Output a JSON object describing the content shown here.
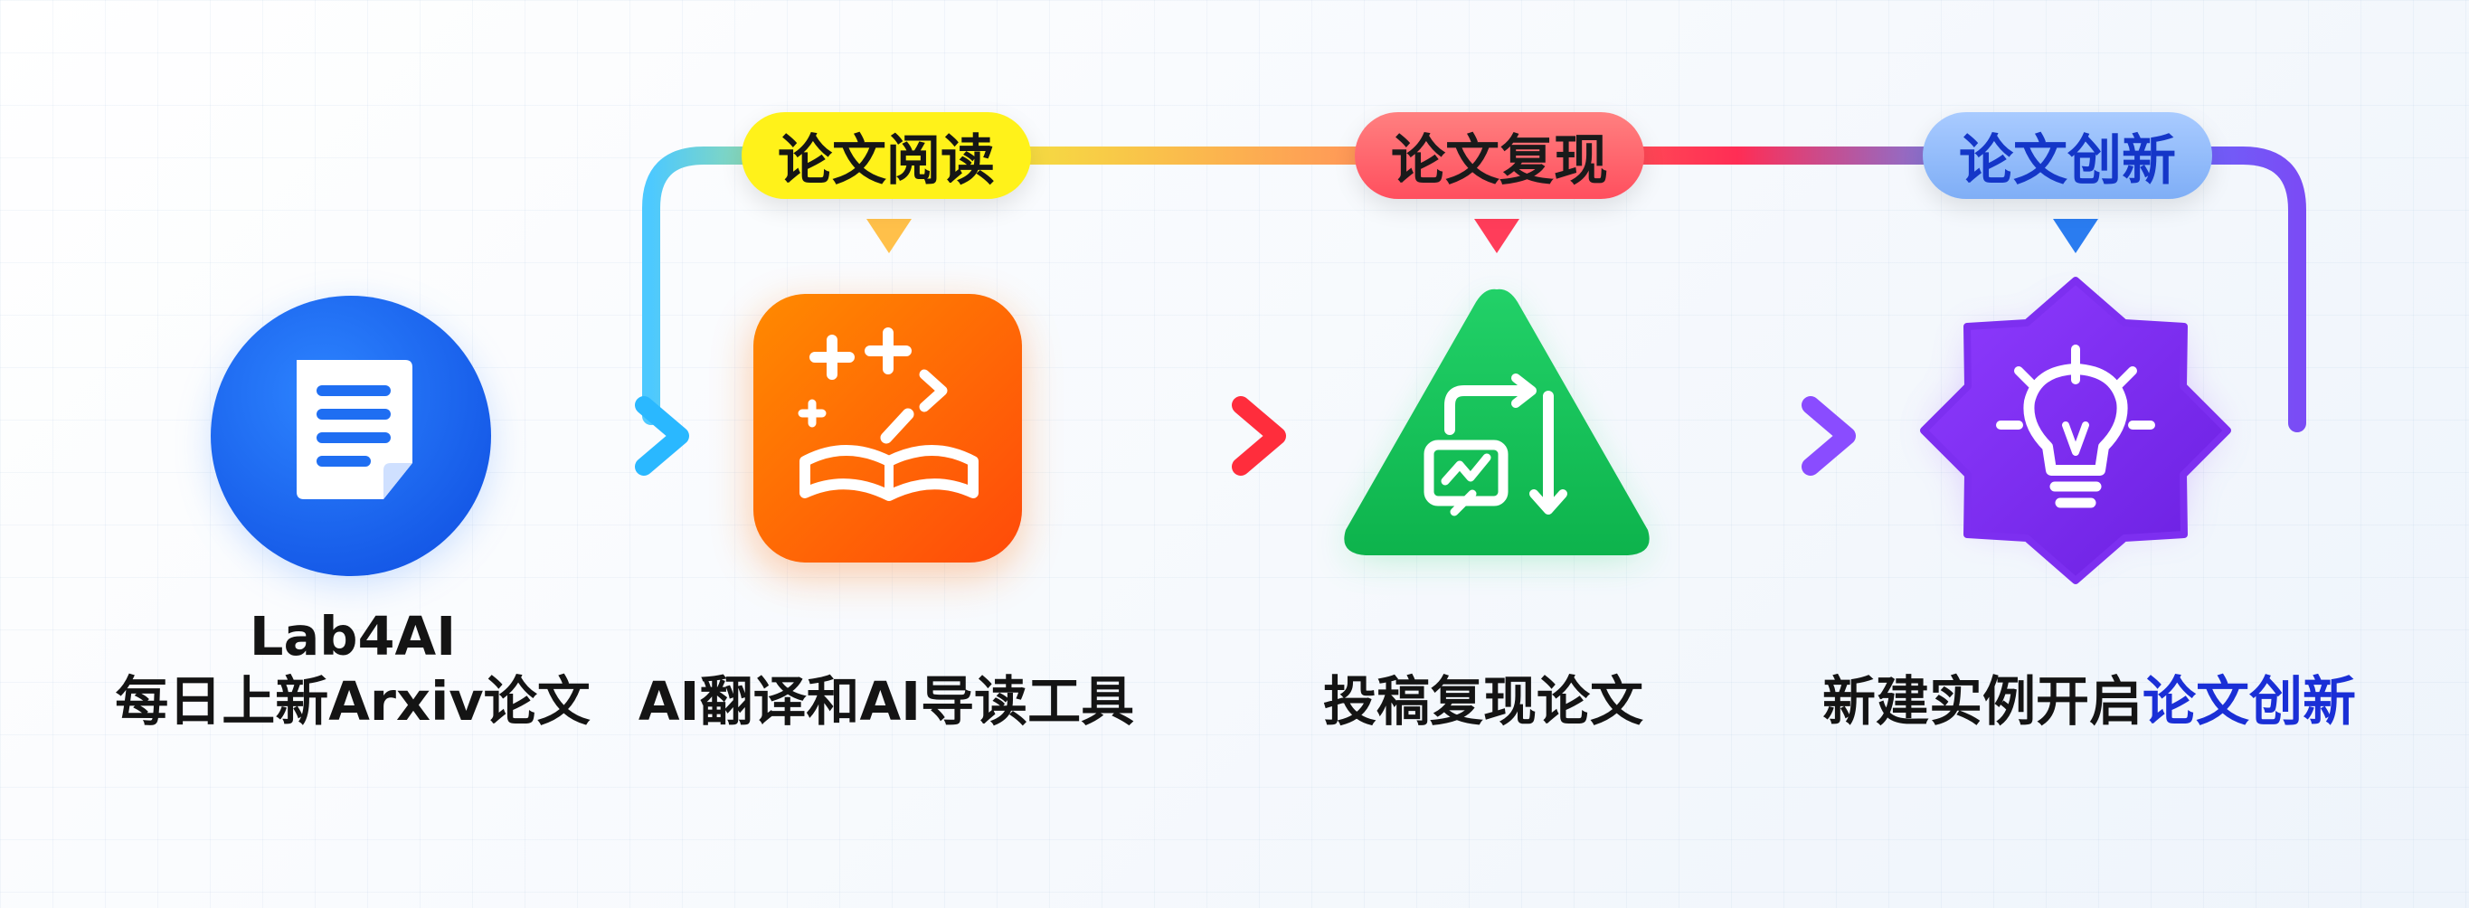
{
  "stages": {
    "reading": "论文阅读",
    "reproduction": "论文复现",
    "innovation": "论文创新"
  },
  "steps": {
    "lab4ai_title": "Lab4AI",
    "lab4ai_desc": "每日上新Arxiv论文",
    "reading_desc": "AI翻译和AI导读工具",
    "repro_desc": "投稿复现论文",
    "innov_desc_prefix": "新建实例开启",
    "innov_desc_highlight": "论文创新"
  },
  "icons": {
    "lab4ai": "document-icon",
    "reading": "open-book-sparkle-icon",
    "repro": "reproduce-loop-icon",
    "innovation": "lightbulb-icon"
  },
  "colors": {
    "blue_circle": "#1f6ef2",
    "orange_square": "#ff6a00",
    "green_triangle": "#16c45a",
    "purple_star": "#7b2ff0",
    "highlight_text": "#1a2fd6"
  }
}
